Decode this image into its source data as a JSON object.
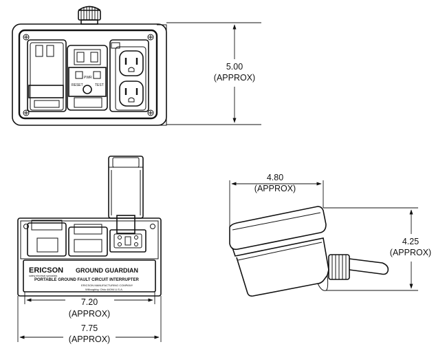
{
  "dimensions": {
    "height_front": {
      "value": "5.00",
      "note": "(APPROX)"
    },
    "depth_side": {
      "value": "4.80",
      "note": "(APPROX)"
    },
    "height_side": {
      "value": "4.25",
      "note": "(APPROX)"
    },
    "width_inner": {
      "value": "7.20",
      "note": "(APPROX)"
    },
    "width_outer": {
      "value": "7.75",
      "note": "(APPROX)"
    }
  },
  "switch_labels": {
    "reset": "RESET",
    "pwr": "PWR",
    "test": "TEST"
  },
  "nameplate": {
    "brand": "ERICSON",
    "brand_tagline": "safety electrical specialists",
    "product": "GROUND GUARDIAN",
    "description": "PORTABLE GROUND FAULT CIRCUIT INTERRUPTER",
    "company": "ERICSON MANUFACTURING COMPANY",
    "location": "Willoughby, Ohio 44094 U.S.A."
  }
}
